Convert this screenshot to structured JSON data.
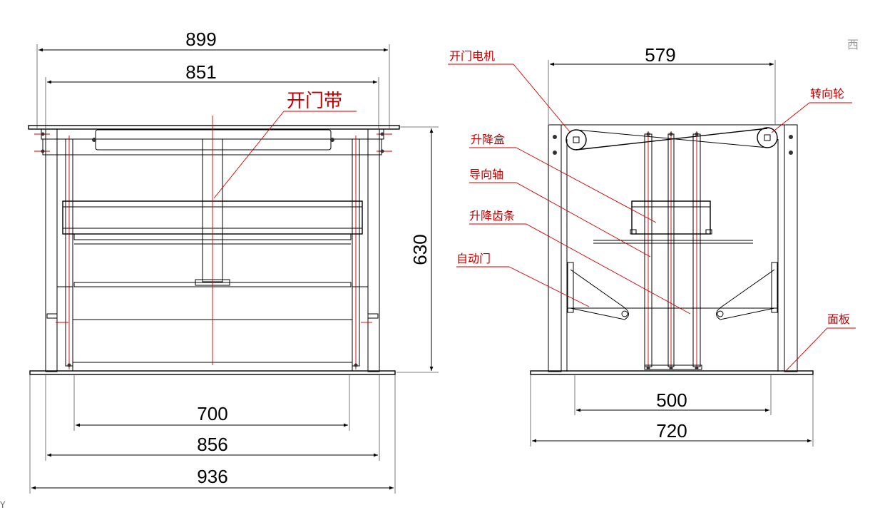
{
  "dimensions": {
    "front": {
      "top_overall": "899",
      "top_inner": "851",
      "height": "630",
      "bottom_inner": "700",
      "bottom_mid": "856",
      "bottom_overall": "936"
    },
    "side": {
      "top": "579",
      "bottom_inner": "500",
      "bottom_overall": "720"
    }
  },
  "labels": {
    "door_belt": "开门带",
    "door_motor": "开门电机",
    "turning_wheel": "转向轮",
    "lift_box": "升降盒",
    "guide_shaft": "导向轴",
    "lift_rack": "升降齿条",
    "auto_door": "自动门",
    "panel": "面板"
  },
  "corner": {
    "top_right_glyph": "西",
    "bottom_left_glyph": "Y"
  },
  "colors": {
    "line": "#000000",
    "label": "#c00000",
    "center_line": "#cc0000"
  }
}
